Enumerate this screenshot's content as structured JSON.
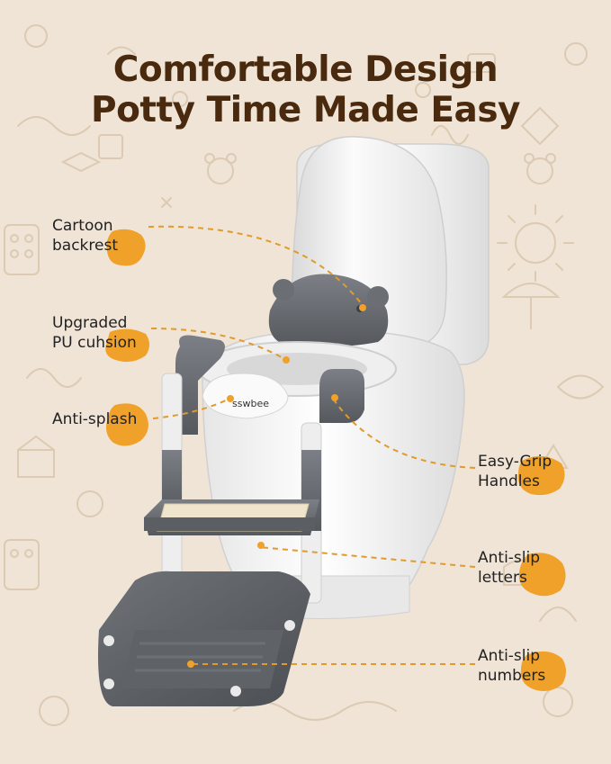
{
  "headline": {
    "line1": "Comfortable Design",
    "line2": "Potty Time Made Easy"
  },
  "callouts": {
    "cartoon_backrest": [
      "Cartoon",
      "backrest"
    ],
    "pu_cushion": [
      "Upgraded",
      "PU cuhsion"
    ],
    "anti_splash": [
      "Anti-splash"
    ],
    "easy_grip": [
      "Easy-Grip",
      "Handles"
    ],
    "anti_slip_letters": [
      "Anti-slip",
      "letters"
    ],
    "anti_slip_numbers": [
      "Anti-slip",
      "numbers"
    ]
  },
  "brand_mark": "sswbee",
  "colors": {
    "background": "#efe4d6",
    "headline": "#4a2a0f",
    "accent_blob": "#f0a12a",
    "leader_line": "#e29a2a",
    "product_grey": "#6b6f74",
    "product_white": "#f4f4f4"
  }
}
